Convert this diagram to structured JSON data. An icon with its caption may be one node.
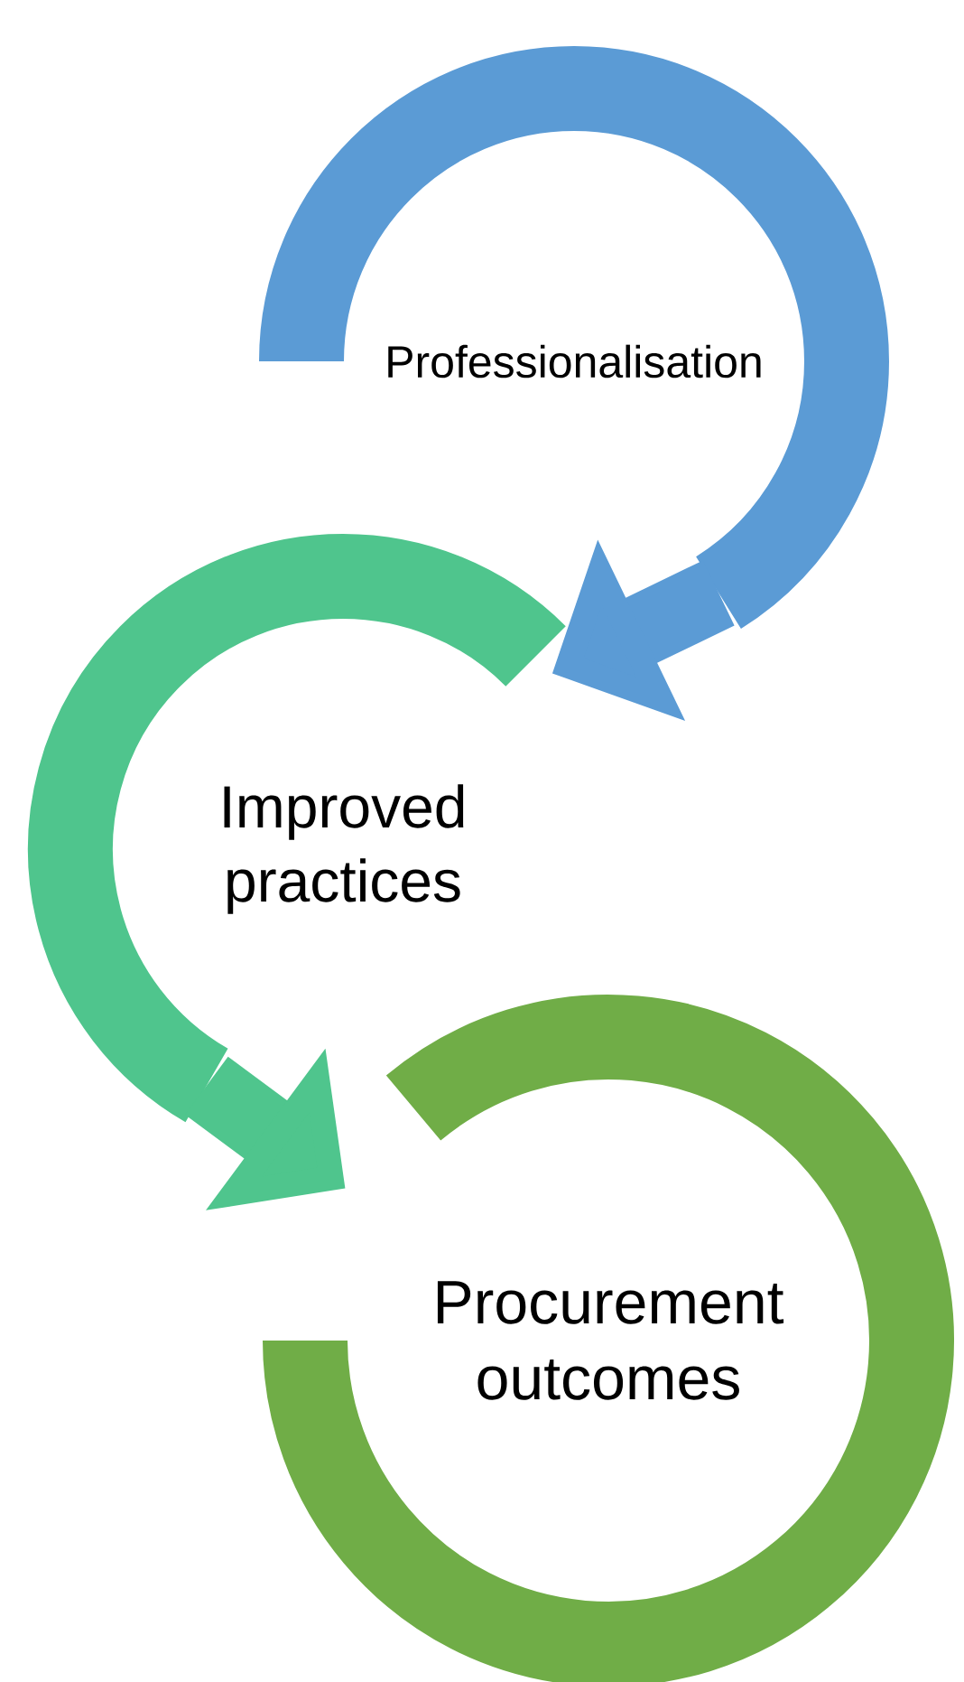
{
  "diagram": {
    "nodes": [
      {
        "text": [
          "Professionalisation"
        ]
      },
      {
        "text": [
          "Improved practices"
        ]
      },
      {
        "text": [
          "Procurement outcomes"
        ]
      }
    ],
    "edges": [
      {
        "from": 0,
        "to": 1,
        "arrow": "to",
        "color": "#5b9bd5"
      },
      {
        "from": 1,
        "to": 2,
        "arrow": "to",
        "color": "#4fc58d"
      }
    ]
  }
}
